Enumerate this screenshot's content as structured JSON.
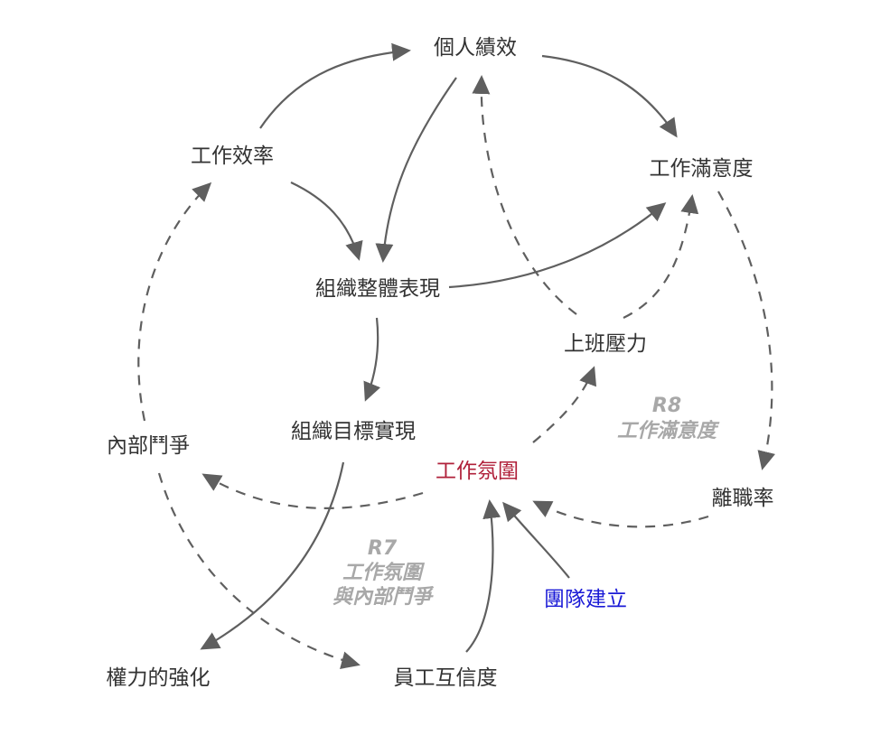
{
  "nodes": {
    "personal_performance": "個人績效",
    "work_efficiency": "工作效率",
    "job_satisfaction": "工作滿意度",
    "org_overall_performance": "組織整體表現",
    "work_pressure": "上班壓力",
    "internal_conflict": "內部鬥爭",
    "org_goal_achievement": "組織目標實現",
    "work_atmosphere": "工作氛圍",
    "turnover_rate": "離職率",
    "team_building": "團隊建立",
    "power_reinforcement": "權力的強化",
    "employee_trust": "員工互信度"
  },
  "loops": {
    "r8": {
      "id": "R8",
      "name": "工作滿意度"
    },
    "r7": {
      "id": "R7",
      "name_line1": "工作氛圍",
      "name_line2": "與內部鬥爭"
    }
  },
  "colors": {
    "node_text": "#333333",
    "key_variable": "#b0203a",
    "intervention": "#1a1ad6",
    "loop_label": "#a8a8a8",
    "arrow": "#5f5f5f"
  },
  "link_styles": {
    "solid": "same-direction influence",
    "dashed": "opposite-direction influence"
  }
}
